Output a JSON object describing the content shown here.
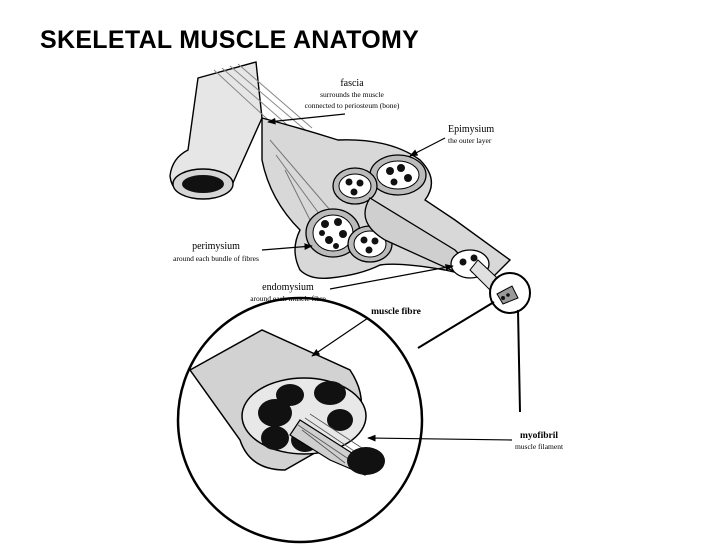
{
  "title": "SKELETAL MUSCLE ANATOMY",
  "labels": {
    "fascia": {
      "name": "fascia",
      "desc1": "surrounds the muscle",
      "desc2": "connected to periosteum (bone)"
    },
    "epimysium": {
      "name": "Epimysium",
      "desc": "the outer layer"
    },
    "perimysium": {
      "name": "perimysium",
      "desc": "around each bundle of fibres"
    },
    "endomysium": {
      "name": "endomysium",
      "desc": "around each muscle fibre"
    },
    "muscle_fibre": {
      "name": "muscle fibre"
    },
    "myofibril": {
      "name": "myofibril",
      "desc": "muscle filament"
    }
  }
}
